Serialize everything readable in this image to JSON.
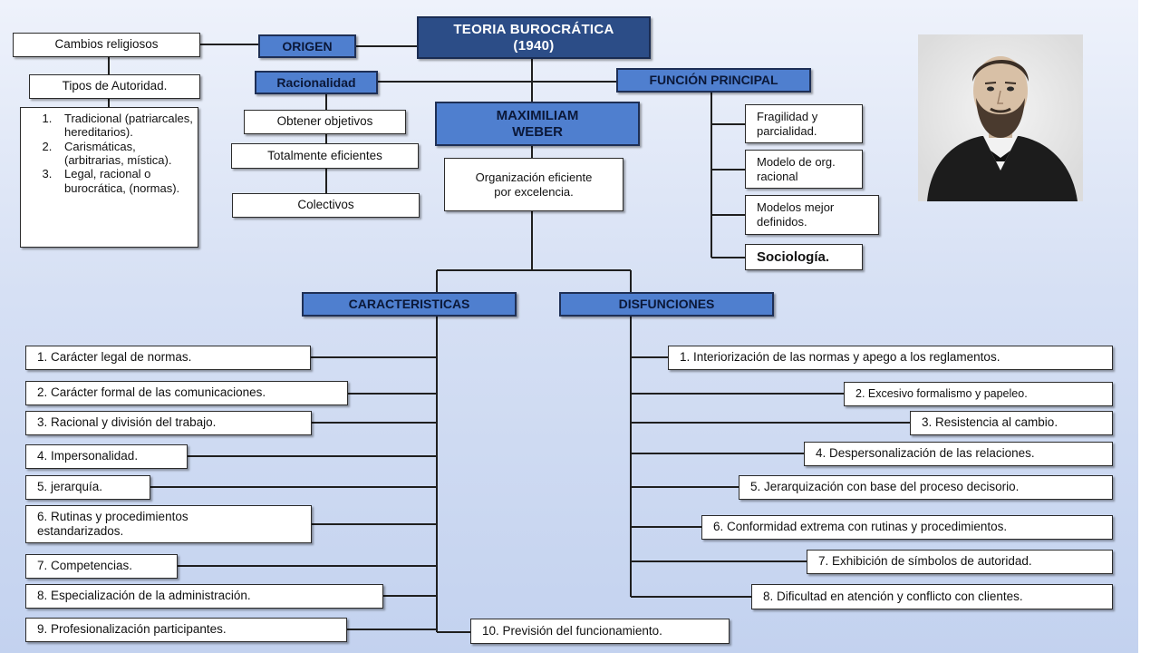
{
  "title": {
    "line1": "TEORIA  BUROCRÁTICA",
    "line2": "(1940)"
  },
  "origen": {
    "label": "ORIGEN",
    "cambios": "Cambios religiosos",
    "tipos": "Tipos de Autoridad.",
    "autoridad": [
      "Tradicional (patriarcales, hereditarios).",
      "Carismáticas, (arbitrarias, mística).",
      "Legal, racional o burocrática, (normas)."
    ]
  },
  "racionalidad": {
    "label": "Racionalidad",
    "items": [
      "Obtener objetivos",
      "Totalmente eficientes",
      "Colectivos"
    ]
  },
  "author": {
    "line1": "MAXIMILIAM",
    "line2": "WEBER"
  },
  "organizacion": "Organización eficiente por excelencia.",
  "funcion": {
    "label": "FUNCIÓN PRINCIPAL",
    "items": [
      "Fragilidad y parcialidad.",
      "Modelo de org. racional",
      "Modelos mejor definidos.",
      "Sociología."
    ]
  },
  "caracteristicas": {
    "label": "CARACTERISTICAS",
    "items": [
      "1. Carácter legal de normas.",
      "2. Carácter formal de las comunicaciones.",
      "3. Racional y división del trabajo.",
      "4. Impersonalidad.",
      "5. jerarquía.",
      "6. Rutinas y procedimientos estandarizados.",
      "7. Competencias.",
      "8. Especialización de la administración.",
      "9. Profesionalización participantes.",
      "10. Previsión del funcionamiento."
    ]
  },
  "disfunciones": {
    "label": "DISFUNCIONES",
    "items": [
      "1. Interiorización de las normas y apego a los reglamentos.",
      "2. Excesivo formalismo y  papeleo.",
      "3. Resistencia al cambio.",
      "4. Despersonalización de las relaciones.",
      "5. Jerarquización con base del proceso decisorio.",
      "6. Conformidad extrema con rutinas y procedimientos.",
      "7. Exhibición de símbolos de autoridad.",
      "8. Dificultad en atención y conflicto con clientes."
    ]
  },
  "colors": {
    "box_blue": "#4f7fcf",
    "box_dark": "#2f5290",
    "line": "#1f1f1f"
  }
}
